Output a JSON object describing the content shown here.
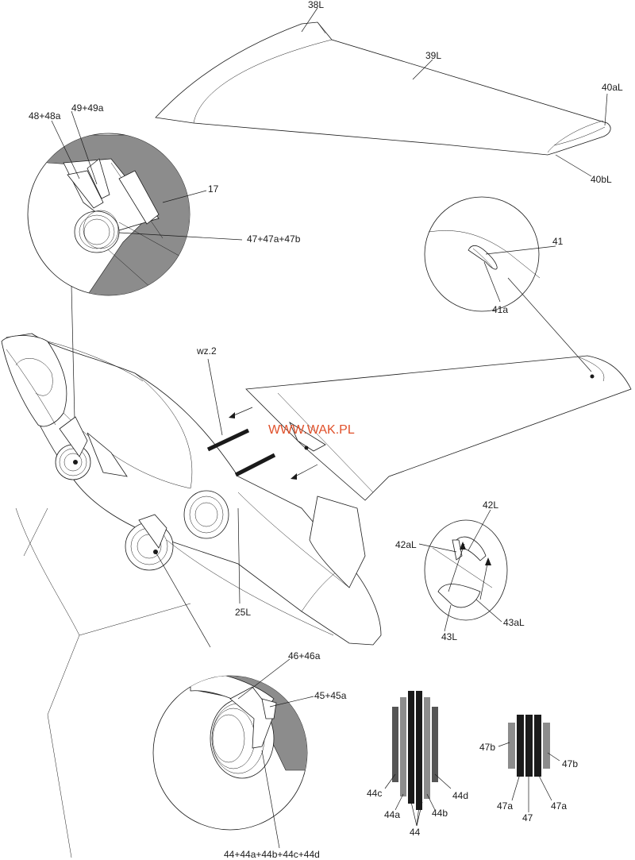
{
  "watermark": "WWW.WAK.PL",
  "labels": {
    "p38L": "38L",
    "p39L": "39L",
    "p40aL": "40aL",
    "p40bL": "40bL",
    "p48": "48+48a",
    "p49": "49+49a",
    "p17": "17",
    "p47all": "47+47a+47b",
    "p41": "41",
    "p41a": "41a",
    "wz2": "wz.2",
    "p42L": "42L",
    "p42aL": "42aL",
    "p43L": "43L",
    "p43aL": "43aL",
    "p25L": "25L",
    "p46": "46+46a",
    "p45": "45+45a",
    "p44all": "44+44a+44b+44c+44d",
    "p44c": "44c",
    "p44a": "44a",
    "p44": "44",
    "p44b": "44b",
    "p44d": "44d",
    "p47b_left": "47b",
    "p47b_right": "47b",
    "p47a_left": "47a",
    "p47": "47",
    "p47a_right": "47a"
  },
  "colors": {
    "line": "#1a1a1a",
    "shade": "#8c8c8c",
    "watermark": "#e0502a",
    "strip_dark": "#1a1a1a",
    "strip_mid": "#555555",
    "strip_light": "#8c8c8c"
  }
}
